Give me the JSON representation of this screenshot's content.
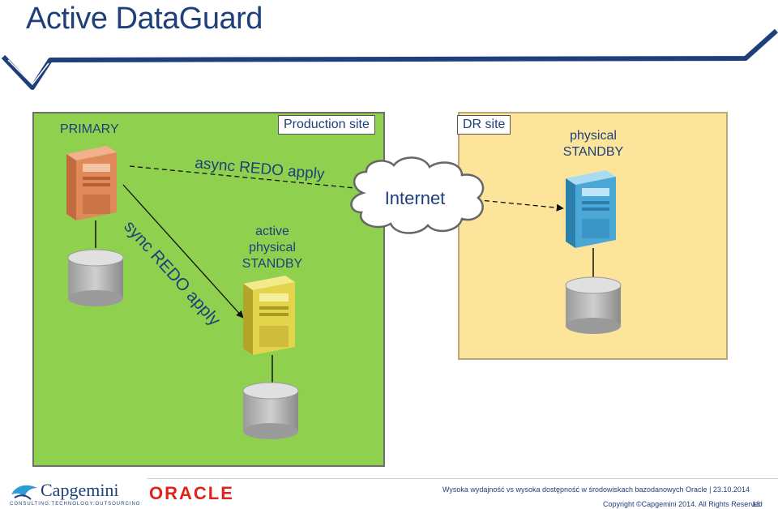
{
  "slide": {
    "title": "Active DataGuard",
    "page_number": "13"
  },
  "labels": {
    "primary": "PRIMARY",
    "production_site": "Production site",
    "dr_site": "DR site",
    "internet": "Internet",
    "async_redo": "async REDO apply",
    "sync_redo": "sync REDO apply",
    "active_standby_line1": "active",
    "active_standby_line2": "physical",
    "active_standby_line3": "STANDBY",
    "physical_standby_line1": "physical",
    "physical_standby_line2": "STANDBY"
  },
  "footer": {
    "capgemini_logo": "Capgemini",
    "capgemini_tagline": "CONSULTING.TECHNOLOGY.OUTSOURCING",
    "oracle_logo": "ORACLE",
    "subtitle": "Wysoka wydajność vs wysoka dostępność w środowiskach bazodanowych Oracle | 23.10.2014",
    "copyright": "Copyright ©Capgemini 2014. All Rights Reserved"
  },
  "colors": {
    "production_zone": "#8fd14f",
    "dr_zone": "#fce49a",
    "primary_server": "#e08a5a",
    "active_standby_server": "#e3d44c",
    "physical_standby_server": "#4aa7d6",
    "title_color": "#1f3f7a",
    "oracle_red": "#e2231a"
  },
  "icons": [
    "server-icon",
    "database-icon",
    "cloud-icon",
    "arrow-icon"
  ]
}
